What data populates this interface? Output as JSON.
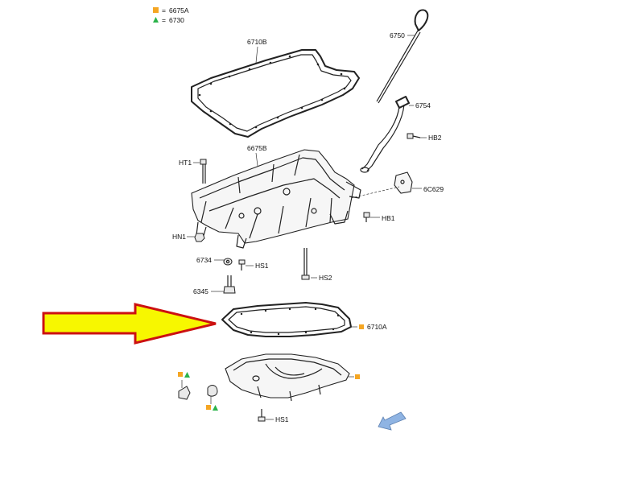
{
  "legend": [
    {
      "code": "6675A",
      "marker": "orange-square"
    },
    {
      "code": "6730",
      "marker": "green-triangle"
    }
  ],
  "colors": {
    "arrow_fill": "#f7f700",
    "arrow_stroke": "#cc1111",
    "orange_marker": "#f5a623",
    "green_marker": "#2bb34a",
    "direction_arrow": "#8fb4e3"
  },
  "labels": {
    "p6710B": "6710B",
    "p6750": "6750",
    "p6754": "6754",
    "pHB2": "HB2",
    "p6675B": "6675B",
    "pHT1": "HT1",
    "p6C629": "6C629",
    "pHB1": "HB1",
    "pHN1": "HN1",
    "p6734": "6734",
    "pHS1a": "HS1",
    "pHS2": "HS2",
    "p6345": "6345",
    "p6710A": "6710A",
    "pHS1b": "HS1"
  },
  "icons": {
    "highlight_arrow": "right-arrow-icon",
    "direction": "front-direction-arrow-icon"
  }
}
